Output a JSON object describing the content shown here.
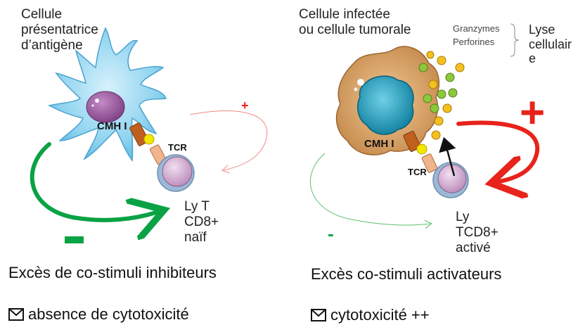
{
  "left": {
    "cell_title": "Cellule\nprésentatrice\nd’antigène",
    "mhc_label": "CMH I",
    "tcr_label": "TCR",
    "lymph_label": "Ly T\nCD8+\nnaïf",
    "small_plus": "+",
    "minus": "–",
    "caption_line1": "Excès de co-stimuli inhibiteurs",
    "caption_line2": "absence de cytotoxicité"
  },
  "right": {
    "cell_title": "Cellule infectée\nou cellule tumorale",
    "granzymes": "Granzymes",
    "perforines": "Perforines",
    "lyse": "Lyse\ncellulair\ne",
    "mhc_label": "CMH I",
    "tcr_label": "TCR",
    "lymph_label": "Ly\nTCD8+\nactivé",
    "big_plus": "+",
    "minus": "-",
    "caption_line1": "Excès co-stimuli activateurs",
    "caption_line2": "cytotoxicité ++"
  },
  "colors": {
    "green": "#0aa244",
    "red": "#e8231b",
    "thin_red": "#f08a82",
    "thin_green": "#5cbf6a",
    "dendritic": "#8fd3f0",
    "nucleus_purple": "#9b5a9e",
    "tumor": "#d9a86c",
    "tumor_nucleus": "#1a9bb8",
    "lymph": "#c8a2c8",
    "granule_green": "#8cc83c",
    "granule_yellow": "#f4c020"
  },
  "icons": [
    "envelope-icon",
    "envelope-icon"
  ]
}
